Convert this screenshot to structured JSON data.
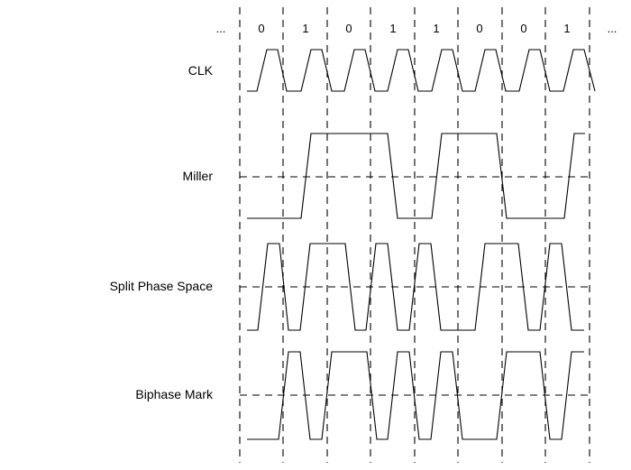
{
  "leading_ellipsis": "...",
  "trailing_ellipsis": "...",
  "bits": [
    "0",
    "1",
    "0",
    "1",
    "1",
    "0",
    "0",
    "1"
  ],
  "signals": [
    {
      "id": "clk",
      "label": "CLK"
    },
    {
      "id": "miller",
      "label": "Miller"
    },
    {
      "id": "split-phase-space",
      "label": "Split Phase Space"
    },
    {
      "id": "biphase-mark",
      "label": "Biphase Mark"
    }
  ]
}
